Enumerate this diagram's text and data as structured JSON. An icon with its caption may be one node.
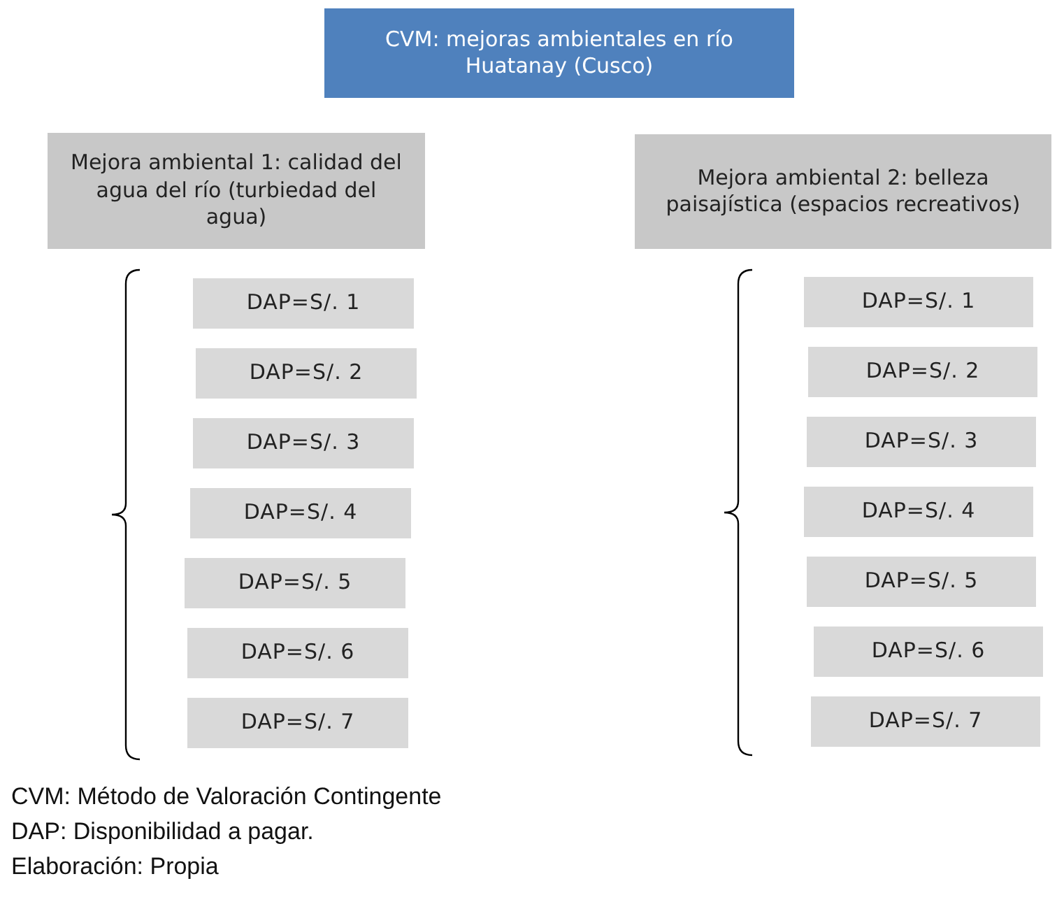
{
  "diagram": {
    "nodes": [
      {
        "text": [
          "CVM: mejoras ambientales en río Huatanay (Cusco)"
        ]
      },
      {
        "text": [
          "Mejora ambiental 1: calidad del agua del río (turbiedad del agua)"
        ]
      },
      {
        "text": [
          "Mejora ambiental 2: belleza paisajística (espacios recreativos)"
        ]
      },
      {
        "text": [
          "DAP=S/. 1"
        ]
      },
      {
        "text": [
          "DAP=S/. 2"
        ]
      },
      {
        "text": [
          "DAP=S/. 3"
        ]
      },
      {
        "text": [
          "DAP=S/. 4"
        ]
      },
      {
        "text": [
          "DAP=S/. 5"
        ]
      },
      {
        "text": [
          "DAP=S/. 6"
        ]
      },
      {
        "text": [
          "DAP=S/. 7"
        ]
      },
      {
        "text": [
          "DAP=S/. 1"
        ]
      },
      {
        "text": [
          "DAP=S/. 2"
        ]
      },
      {
        "text": [
          "DAP=S/. 3"
        ]
      },
      {
        "text": [
          "DAP=S/. 4"
        ]
      },
      {
        "text": [
          "DAP=S/. 5"
        ]
      },
      {
        "text": [
          "DAP=S/. 6"
        ]
      },
      {
        "text": [
          "DAP=S/. 7"
        ]
      }
    ],
    "labels": [
      "CVM: Método de Valoración Contingente",
      "DAP: Disponibilidad a pagar.",
      "Elaboración: Propia"
    ]
  }
}
